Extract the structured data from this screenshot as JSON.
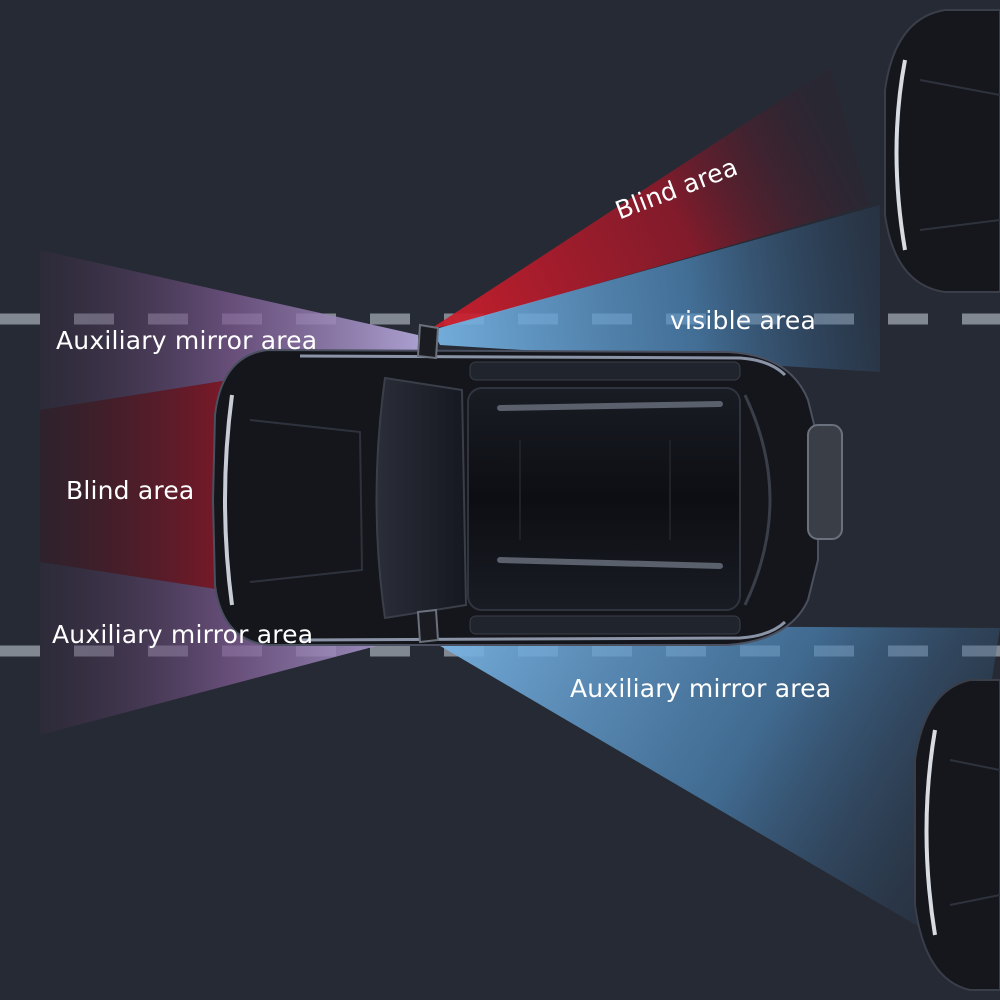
{
  "diagram": {
    "labels": {
      "blind_area_rear": "Blind area",
      "visible_area": "visible area",
      "aux_mirror_left_top": "Auxiliary mirror area",
      "blind_area_left": "Blind area",
      "aux_mirror_left_bottom": "Auxiliary mirror area",
      "aux_mirror_right_bottom": "Auxiliary mirror area"
    },
    "colors": {
      "road": "#262a34",
      "lane_dash": "#9aa0aa",
      "blind_zone": "#b01a2a",
      "visible_zone": "#5b9ccf",
      "aux_zone_left": "#8a6aa0",
      "car_body": "#14161c",
      "label_text": "#ffffff"
    }
  }
}
